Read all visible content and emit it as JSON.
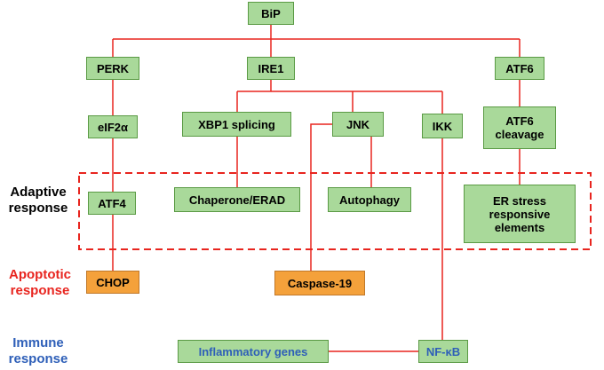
{
  "nodes": {
    "bip": "BiP",
    "perk": "PERK",
    "ire1": "IRE1",
    "atf6": "ATF6",
    "eif2a": "eIF2α",
    "xbp1": "XBP1 splicing",
    "jnk": "JNK",
    "ikk": "IKK",
    "atf6_cleavage": [
      "ATF6",
      "cleavage"
    ],
    "atf4": "ATF4",
    "chaperone": "Chaperone/ERAD",
    "autophagy": "Autophagy",
    "er_stress": [
      "ER stress",
      "responsive",
      "elements"
    ],
    "chop": "CHOP",
    "caspase": "Caspase-19",
    "inflammatory": "Inflammatory genes",
    "nfkb": "NF-κB"
  },
  "responses": {
    "adaptive": [
      "Adaptive",
      "response"
    ],
    "apoptotic": [
      "Apoptotic",
      "response"
    ],
    "immune": [
      "Immune",
      "response"
    ]
  },
  "colors": {
    "node_fill": "#a9d99a",
    "node_border": "#5a9a44",
    "orange_fill": "#f4a13b",
    "connector": "#e8251f",
    "adaptive_text": "#000000",
    "apoptotic_text": "#e8251f",
    "immune_text": "#2e5fb8"
  }
}
